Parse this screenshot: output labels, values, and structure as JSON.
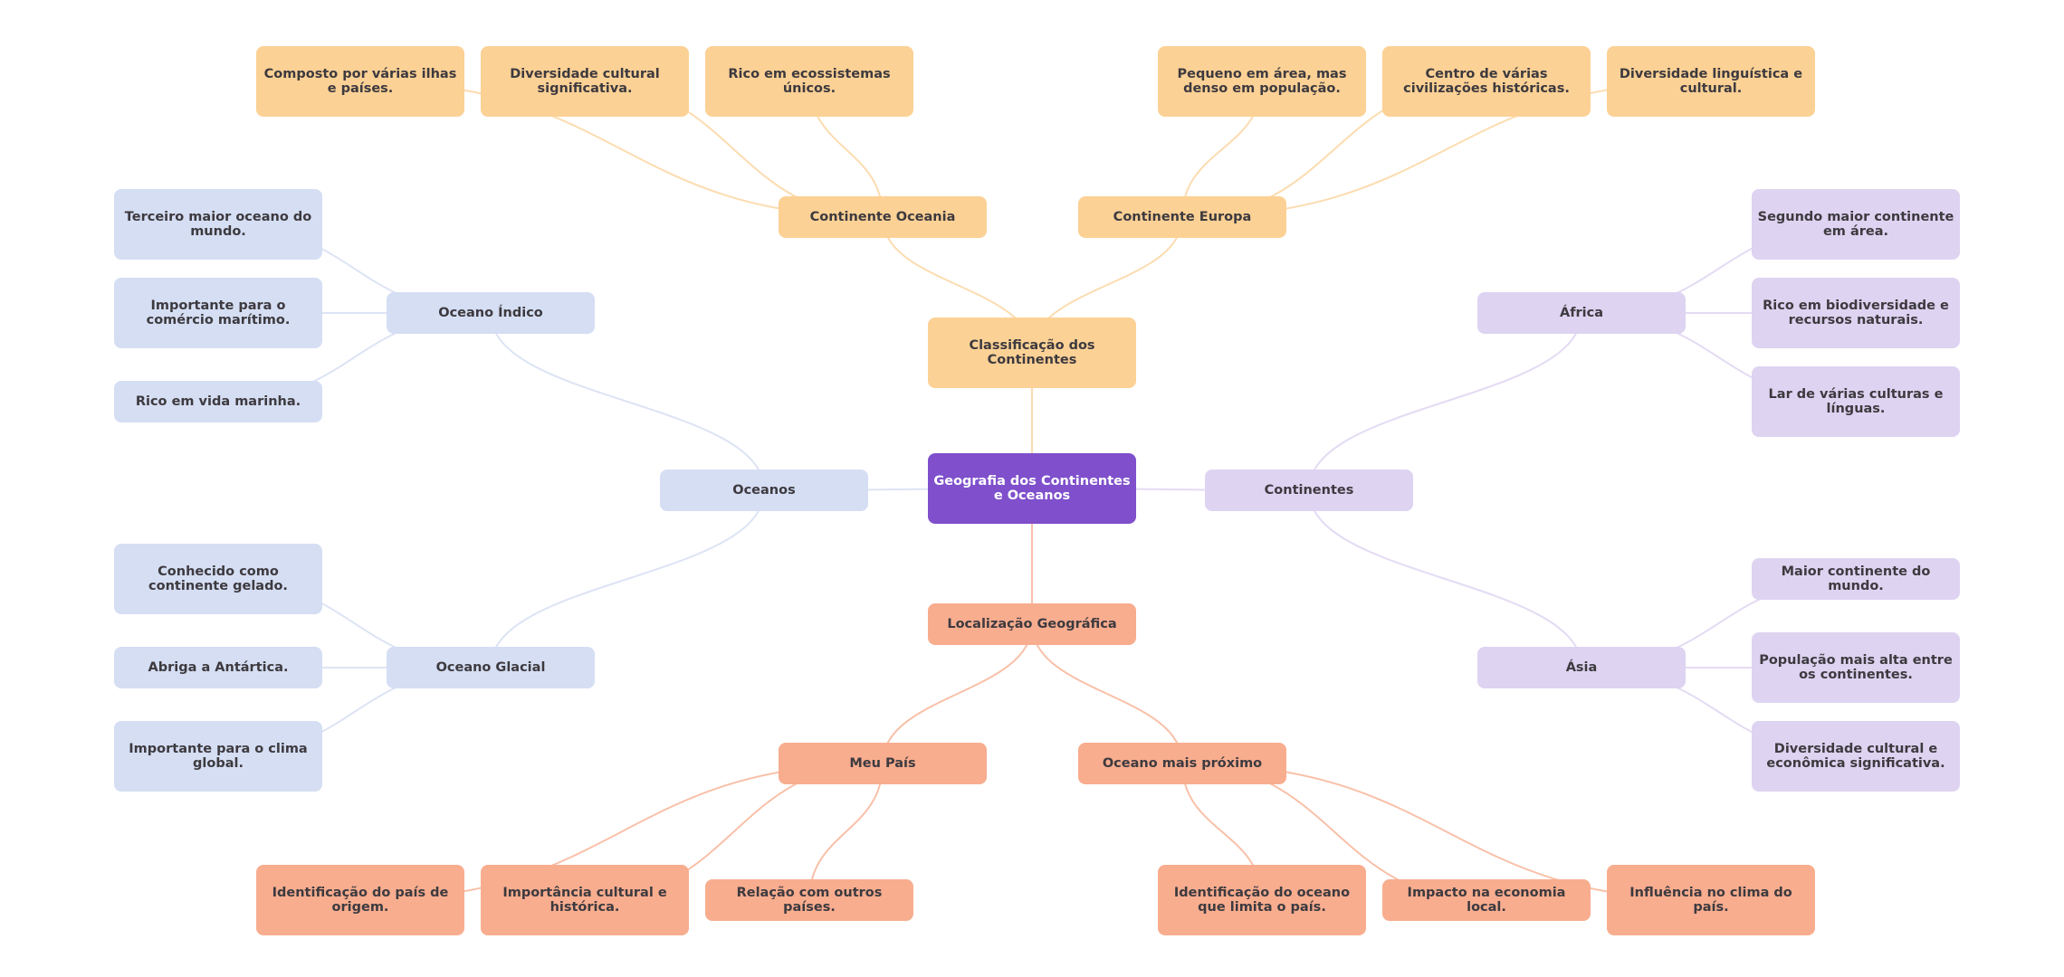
{
  "colors": {
    "root": "#7f4fcc",
    "orange": "#fcd195",
    "salmon": "#f8ad8f",
    "blue": "#d5def3",
    "lavender": "#ded3f1",
    "orange_edge": "#fcdcb0",
    "salmon_edge": "#f9c0a8",
    "blue_edge": "#dde4f4",
    "lavender_edge": "#e4dbf4",
    "text": "#3d3a3f"
  },
  "mindmap": {
    "root": "Geografia dos Continentes e Oceanos",
    "branches": {
      "classificacao": {
        "label": "Classificação dos Continentes",
        "children": {
          "oceania": {
            "label": "Continente Oceania",
            "leaves": [
              "Composto por várias ilhas e países.",
              "Diversidade cultural significativa.",
              "Rico em ecossistemas únicos."
            ]
          },
          "europa": {
            "label": "Continente Europa",
            "leaves": [
              "Pequeno em área, mas denso em população.",
              "Centro de várias civilizações históricas.",
              "Diversidade linguística e cultural."
            ]
          }
        }
      },
      "localizacao": {
        "label": "Localização Geográfica",
        "children": {
          "meu_pais": {
            "label": "Meu País",
            "leaves": [
              "Identificação do país de origem.",
              "Importância cultural e histórica.",
              "Relação com outros países."
            ]
          },
          "oceano_proximo": {
            "label": "Oceano mais próximo",
            "leaves": [
              "Identificação do oceano que limita o país.",
              "Impacto na economia local.",
              "Influência no clima do país."
            ]
          }
        }
      },
      "oceanos": {
        "label": "Oceanos",
        "children": {
          "indico": {
            "label": "Oceano Índico",
            "leaves": [
              "Terceiro maior oceano do mundo.",
              "Importante para o comércio marítimo.",
              "Rico em vida marinha."
            ]
          },
          "glacial": {
            "label": "Oceano Glacial",
            "leaves": [
              "Conhecido como continente gelado.",
              "Abriga a Antártica.",
              "Importante para o clima global."
            ]
          }
        }
      },
      "continentes": {
        "label": "Continentes",
        "children": {
          "africa": {
            "label": "África",
            "leaves": [
              "Segundo maior continente em área.",
              "Rico em biodiversidade e recursos naturais.",
              "Lar de várias culturas e línguas."
            ]
          },
          "asia": {
            "label": "Ásia",
            "leaves": [
              "Maior continente do mundo.",
              "População mais alta entre os continentes.",
              "Diversidade cultural e econômica significativa."
            ]
          }
        }
      }
    }
  }
}
